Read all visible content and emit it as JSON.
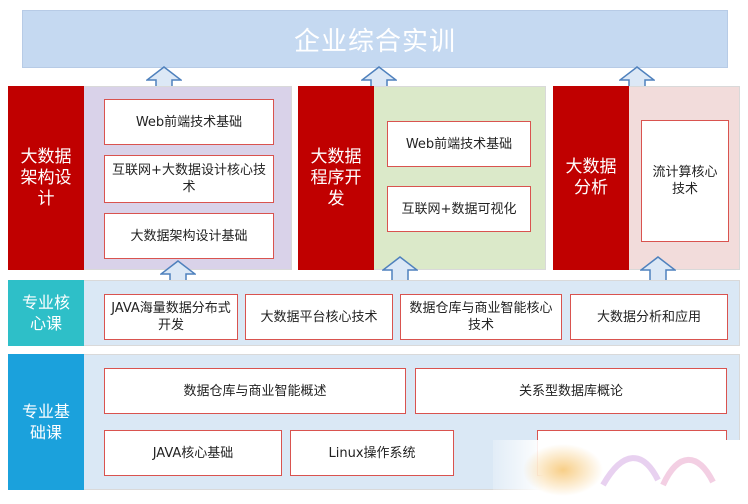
{
  "title": "企业综合实训",
  "columns": [
    {
      "label": "大数据架构设计",
      "items": [
        "Web前端技术基础",
        "互联网+大数据设计核心技术",
        "大数据架构设计基础"
      ]
    },
    {
      "label": "大数据程序开发",
      "items": [
        "Web前端技术基础",
        "互联网+数据可视化"
      ]
    },
    {
      "label": "大数据分析",
      "items": [
        "流计算核心技术"
      ]
    }
  ],
  "core": {
    "label": "专业核心课",
    "items": [
      "JAVA海量数据分布式开发",
      "大数据平台核心技术",
      "数据仓库与商业智能核心技术",
      "大数据分析和应用"
    ]
  },
  "foundation": {
    "label": "专业基础课",
    "items": [
      "数据仓库与商业智能概述",
      "关系型数据库概论",
      "JAVA核心基础",
      "Linux操作系统"
    ]
  },
  "colors": {
    "banner": "#c5d9f1",
    "red": "#c00000",
    "teal": "#2ebfc8",
    "blue": "#1ba1dc",
    "col1_bg": "#d9d2e9",
    "col2_bg": "#dbe9c9",
    "col3_bg": "#f2dcdb",
    "core_bg": "#dae8f5",
    "found_bg": "#dae8f5",
    "box_border": "#d9534f"
  }
}
